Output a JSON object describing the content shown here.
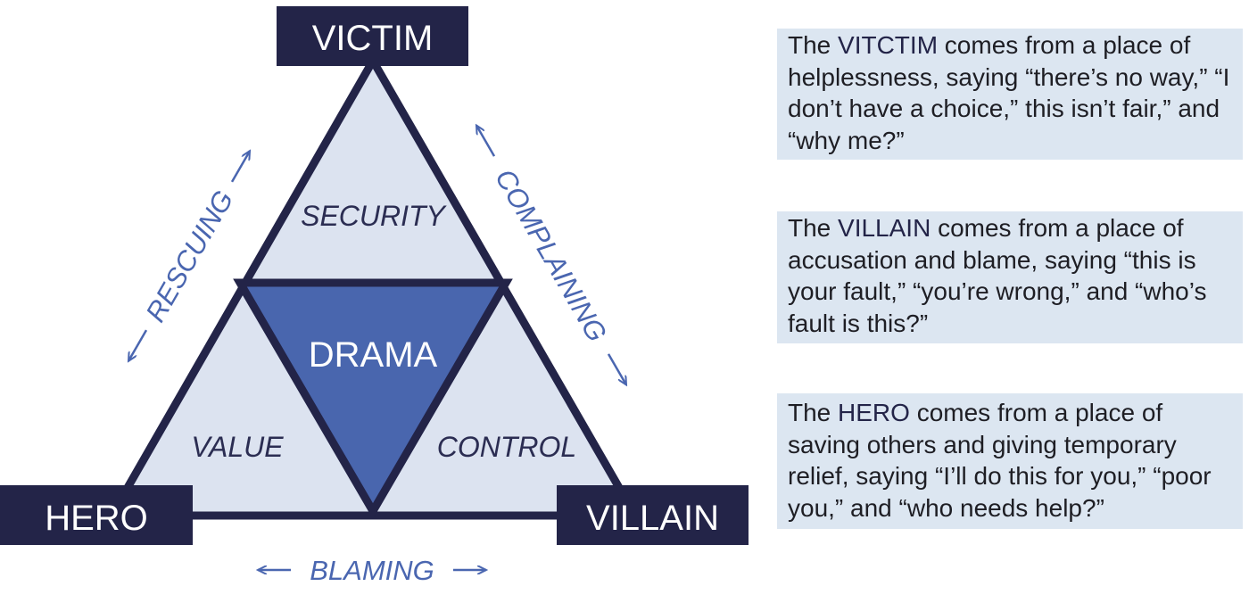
{
  "roles": {
    "victim": "VICTIM",
    "hero": "HERO",
    "villain": "VILLAIN"
  },
  "regions": {
    "top": "SECURITY",
    "left": "VALUE",
    "right": "CONTROL",
    "center": "DRAMA"
  },
  "actions": {
    "left_side": "RESCUING",
    "right_side": "COMPLAINING",
    "bottom_side": "BLAMING"
  },
  "descriptions": {
    "victim": {
      "lead": "The ",
      "keyword": "VITCTIM",
      "text": " comes from a place of helplessness, saying “there’s no way,” “I don’t have a choice,” this isn’t fair,” and “why me?”"
    },
    "villain": {
      "lead": "The ",
      "keyword": "VILLAIN",
      "text": " comes from a place of accusation and blame, saying “this is your fault,” “you’re wrong,” and “who’s fault is this?”"
    },
    "hero": {
      "lead": "The ",
      "keyword": "HERO",
      "text": " comes from a place of saving others and giving temporary relief, saying “I’ll do this for you,” “poor you,” and “who needs help?”"
    }
  },
  "colors": {
    "navy": "#232448",
    "triangle_fill": "#dce3f0",
    "drama_fill": "#4966ae",
    "action_blue": "#4a66b0",
    "panel_bg": "#dce6f1"
  }
}
